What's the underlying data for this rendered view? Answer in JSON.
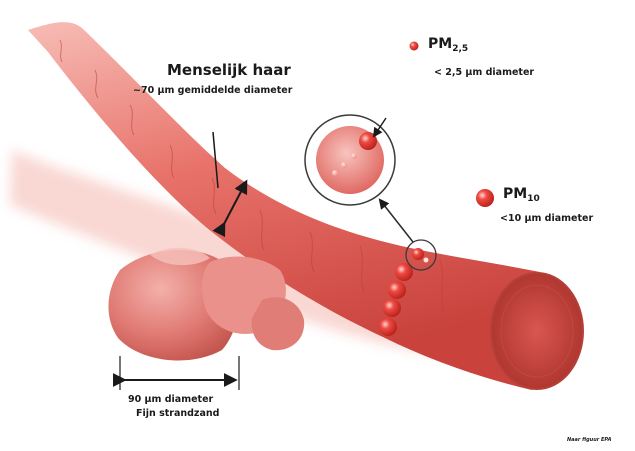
{
  "hair": {
    "title": "Menselijk haar",
    "subtitle": "~70 µm gemiddelde diameter"
  },
  "pm25": {
    "name": "PM",
    "subscript": "2,5",
    "description": "< 2,5 µm diameter"
  },
  "pm10": {
    "name": "PM",
    "subscript": "10",
    "description": "<10 µm diameter"
  },
  "sand": {
    "line1": "90 µm diameter",
    "line2": "Fijn strandzand"
  },
  "credit": "Naar figuur EPA",
  "colors": {
    "hair": "#e0625d",
    "hair_light": "#f2a9a3",
    "particle": "#e23a32",
    "shadow": "#f6c9c3",
    "text": "#1a1a1a"
  }
}
